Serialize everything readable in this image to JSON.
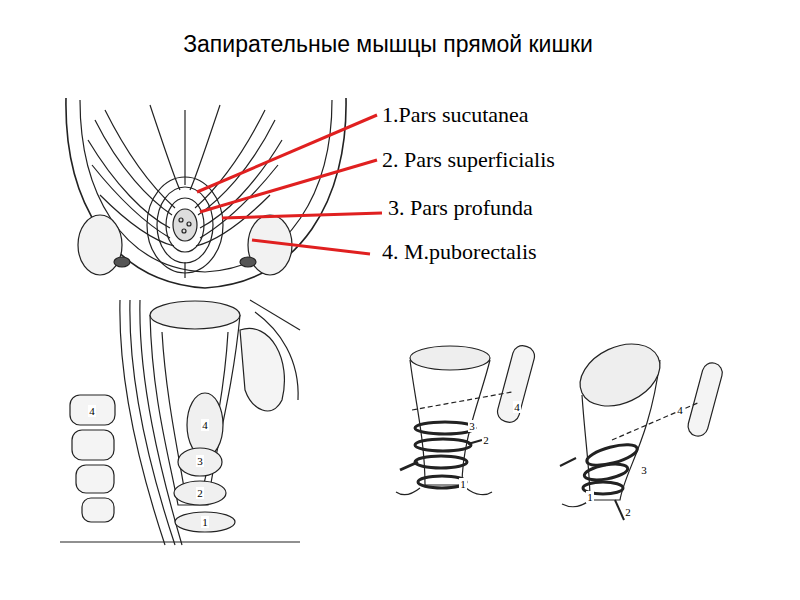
{
  "diagram": {
    "title": "Запирательные мышцы прямой кишки",
    "labels": [
      "1.Pars sucutanea",
      "2. Pars superficialis",
      "3. Pars profunda",
      "4. M.puborectalis",
      "4",
      "4",
      "3",
      "2",
      "1",
      "4",
      "3",
      "2",
      "1",
      "4",
      "3",
      "1",
      "2"
    ]
  }
}
